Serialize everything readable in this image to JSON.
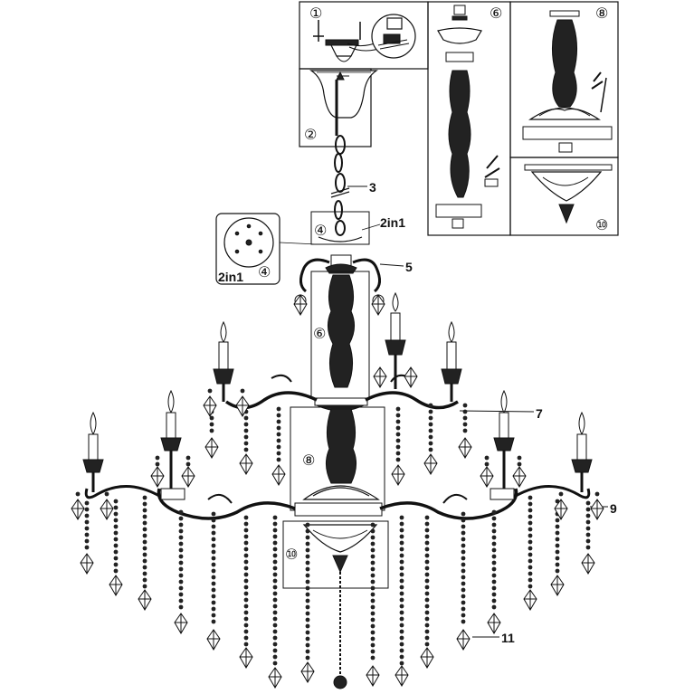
{
  "callouts": {
    "part_1": "①",
    "part_2": "②",
    "part_3": "3",
    "part_4": "④",
    "part_4_detail": "④",
    "two_in_one_main": "2in1",
    "two_in_one_detail": "2in1",
    "part_5": "5",
    "part_6_box": "⑥",
    "part_6_main": "⑥",
    "part_7": "7",
    "part_8_box": "⑧",
    "part_8_main": "⑧",
    "part_9": "9",
    "part_10_box": "⑩",
    "part_10_main": "⑩",
    "part_11": "11"
  },
  "colors": {
    "ink": "#111111",
    "paper": "#ffffff"
  }
}
